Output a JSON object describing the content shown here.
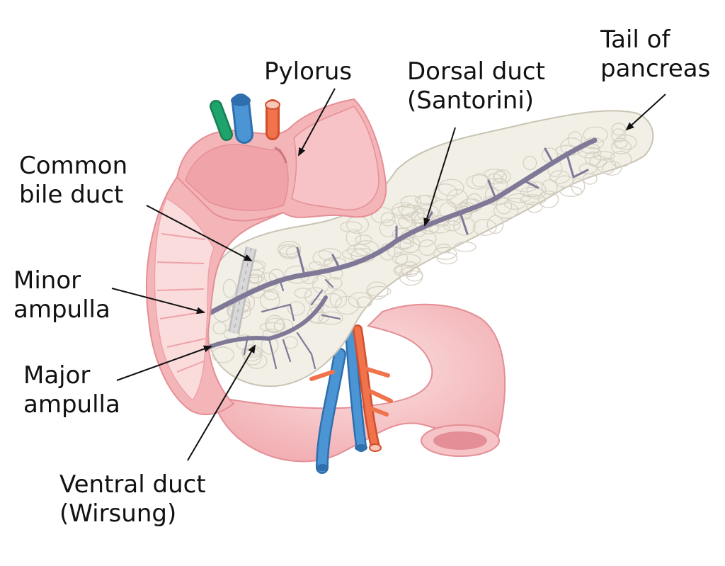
{
  "labels": {
    "tail": [
      "Tail of",
      "pancreas"
    ],
    "pylorus": "Pylorus",
    "dorsal_duct": [
      "Dorsal duct",
      "(Santorini)"
    ],
    "common_bile_duct": [
      "Common",
      "bile duct"
    ],
    "minor_ampulla": [
      "Minor",
      "ampulla"
    ],
    "major_ampulla": [
      "Major",
      "ampulla"
    ],
    "ventral_duct": [
      "Ventral duct",
      "(Wirsung)"
    ]
  },
  "colors": {
    "pancreas_fill": "#f2efe6",
    "pancreas_lobule": "#dcd8cc",
    "pancreas_outline": "#c9c4b4",
    "duodenum_fill": "#f4b5b9",
    "duodenum_light": "#fadcdc",
    "duodenum_inner": "#eea2a8",
    "duct": "#7f7897",
    "bile_duct": "#cfcfcf",
    "vein": "#3f87c9",
    "artery": "#ef6a45",
    "green_vessel": "#1fa36c",
    "arrow": "#111111",
    "text": "#111111"
  }
}
